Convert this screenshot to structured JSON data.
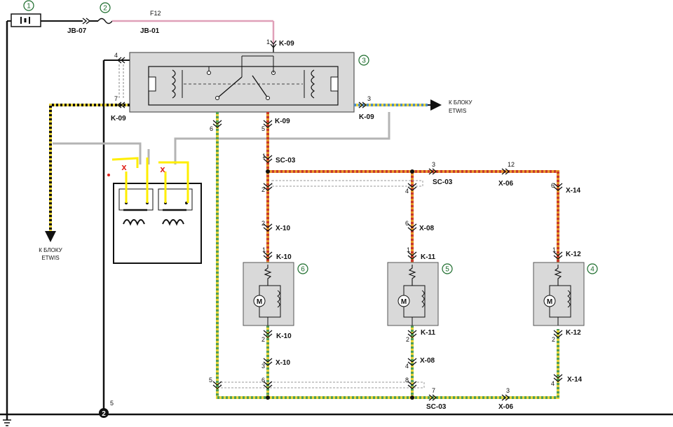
{
  "diagram": {
    "component_numbers": [
      "1",
      "2",
      "3",
      "4",
      "5",
      "6"
    ],
    "fuse": "F12",
    "ground_number": "2",
    "connectors": {
      "jb07": "JB-07",
      "jb01": "JB-01",
      "k09": "K-09",
      "sc03": "SC-03",
      "x06": "X-06",
      "x08": "X-08",
      "x10": "X-10",
      "x14": "X-14",
      "k10": "K-10",
      "k11": "K-11",
      "k12": "K-12"
    },
    "pins": {
      "p1": "1",
      "p2": "2",
      "p3": "3",
      "p4": "4",
      "p5": "5",
      "p6": "6",
      "p7": "7",
      "p8": "8",
      "p12": "12"
    },
    "etwis_label": [
      "К БЛОКУ",
      "ETWIS"
    ],
    "motor_symbol": "M",
    "red_marks": [
      "x",
      "x"
    ],
    "colors": {
      "wire_black": "#111111",
      "wire_pink": "#e0a0b8",
      "wire_gray": "#b4b4b4",
      "stripe_yellow": "#e8d43a",
      "stripe_green": "#4f9e57",
      "stripe_red": "#c8392b",
      "stripe_orange": "#e8982a",
      "stripe_blue": "#4d8cc4",
      "component_fill": "#d9d9d9",
      "highlight_yellow": "#ffee00",
      "circle_green": "#1a6b2a"
    }
  }
}
